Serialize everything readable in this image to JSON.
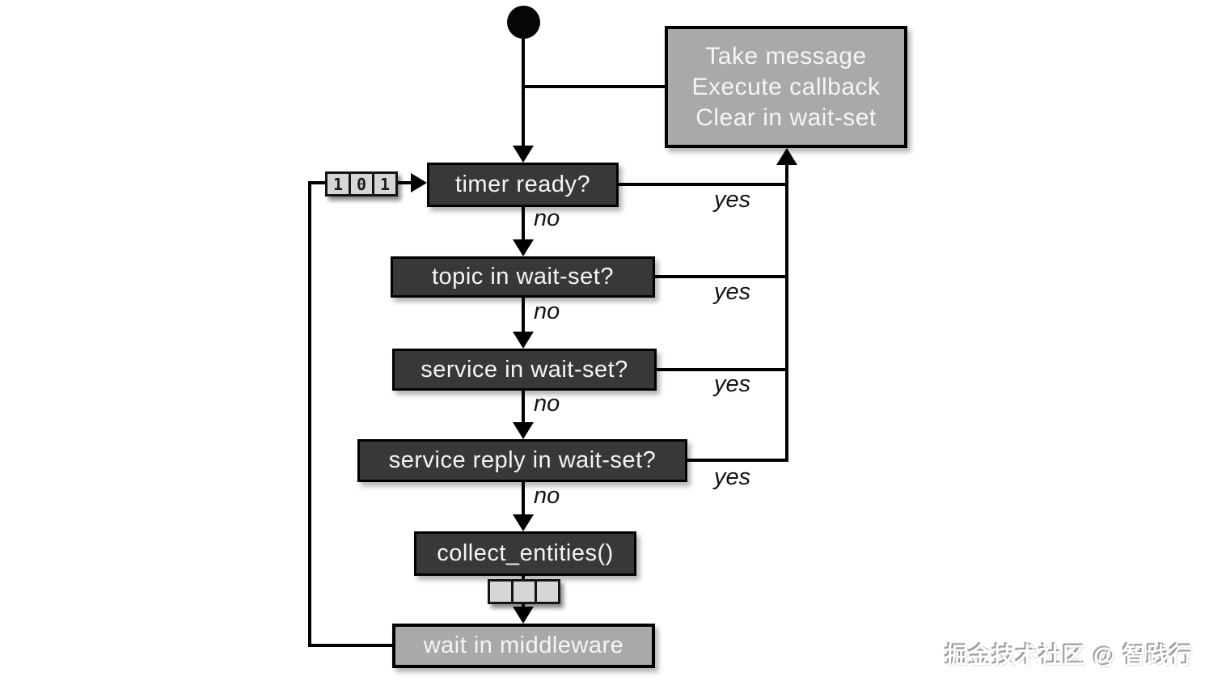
{
  "flowchart": {
    "start_node": "initial-state",
    "action_box": {
      "line1": "Take message",
      "line2": "Execute callback",
      "line3": "Clear in wait-set"
    },
    "decisions": {
      "timer": "timer ready?",
      "topic": "topic in wait-set?",
      "service": "service in wait-set?",
      "service_reply": "service reply in wait-set?"
    },
    "processes": {
      "collect": "collect_entities()",
      "wait": "wait in middleware"
    },
    "edge_labels": {
      "yes": "yes",
      "no": "no"
    },
    "wait_set_register": {
      "bits": [
        "1",
        "0",
        "1"
      ],
      "empty_bits": [
        "",
        "",
        ""
      ]
    },
    "colors": {
      "decision_fill": "#383838",
      "action_fill": "#a9a9a9",
      "register_fill": "#d6d6d6",
      "line": "#000000",
      "text_on_dark": "#f5f5f5",
      "background": "#ffffff"
    }
  },
  "watermark": {
    "text": "掘金技术社区 @ 智践行"
  }
}
